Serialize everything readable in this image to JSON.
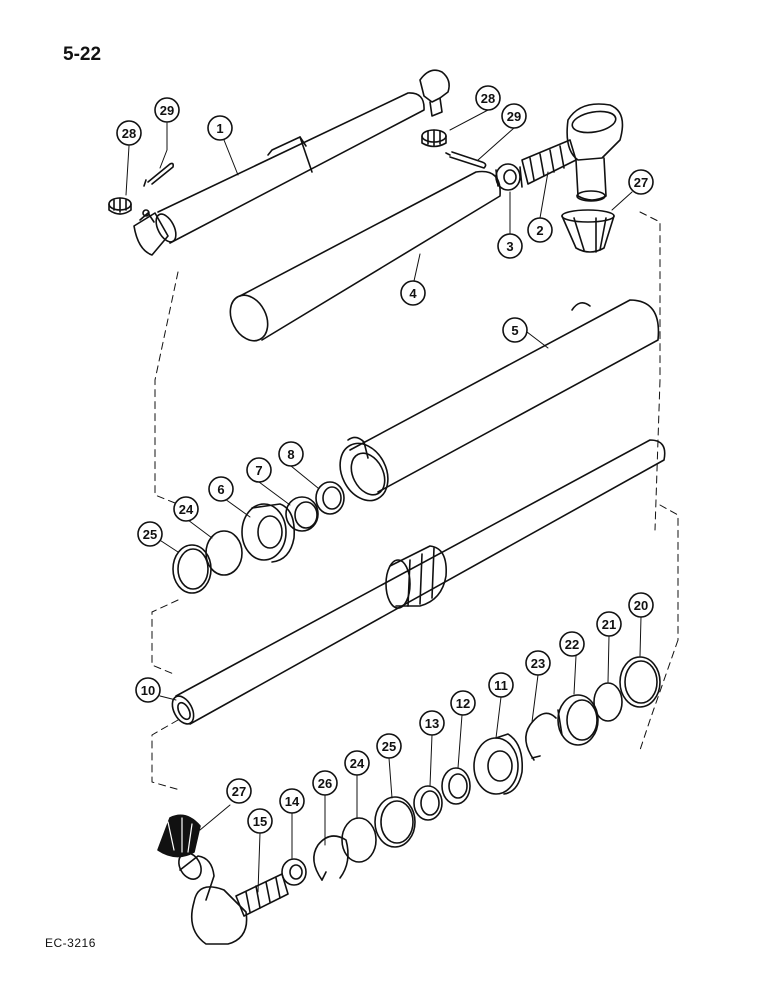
{
  "page": {
    "number": "5-22",
    "figure_code": "EC-3216"
  },
  "callouts": [
    {
      "id": "c29a",
      "label": "29"
    },
    {
      "id": "c1",
      "label": "1"
    },
    {
      "id": "c28a",
      "label": "28"
    },
    {
      "id": "c28b",
      "label": "28"
    },
    {
      "id": "c29b",
      "label": "29"
    },
    {
      "id": "c27a",
      "label": "27"
    },
    {
      "id": "c2",
      "label": "2"
    },
    {
      "id": "c3",
      "label": "3"
    },
    {
      "id": "c4",
      "label": "4"
    },
    {
      "id": "c5",
      "label": "5"
    },
    {
      "id": "c8",
      "label": "8"
    },
    {
      "id": "c7",
      "label": "7"
    },
    {
      "id": "c6",
      "label": "6"
    },
    {
      "id": "c24a",
      "label": "24"
    },
    {
      "id": "c25a",
      "label": "25"
    },
    {
      "id": "c10",
      "label": "10"
    },
    {
      "id": "c20",
      "label": "20"
    },
    {
      "id": "c21",
      "label": "21"
    },
    {
      "id": "c22",
      "label": "22"
    },
    {
      "id": "c23",
      "label": "23"
    },
    {
      "id": "c11",
      "label": "11"
    },
    {
      "id": "c12",
      "label": "12"
    },
    {
      "id": "c13",
      "label": "13"
    },
    {
      "id": "c25b",
      "label": "25"
    },
    {
      "id": "c24b",
      "label": "24"
    },
    {
      "id": "c26",
      "label": "26"
    },
    {
      "id": "c14",
      "label": "14"
    },
    {
      "id": "c15",
      "label": "15"
    },
    {
      "id": "c27b",
      "label": "27"
    }
  ]
}
